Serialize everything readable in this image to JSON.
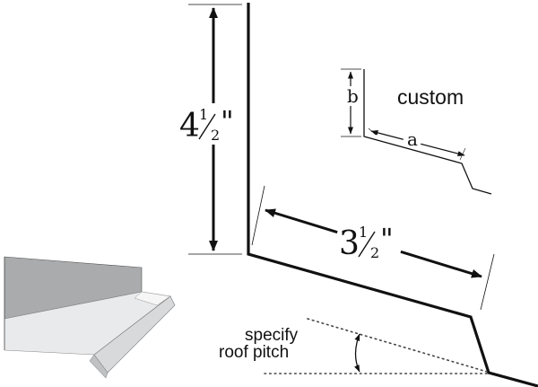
{
  "labels": {
    "height_whole": "4",
    "height_frac_num": "1",
    "height_frac_den": "2",
    "height_unit": "\"",
    "width_whole": "3",
    "width_frac_num": "1",
    "width_frac_den": "2",
    "width_unit": "\"",
    "custom": "custom",
    "dim_a": "a",
    "dim_b": "b",
    "pitch_line1": "specify",
    "pitch_line2": "roof pitch"
  },
  "colors": {
    "ink": "#111111",
    "panel_top": "#a9abad",
    "panel_mid": "#e4e5e6",
    "panel_light": "#f3f3f3"
  }
}
